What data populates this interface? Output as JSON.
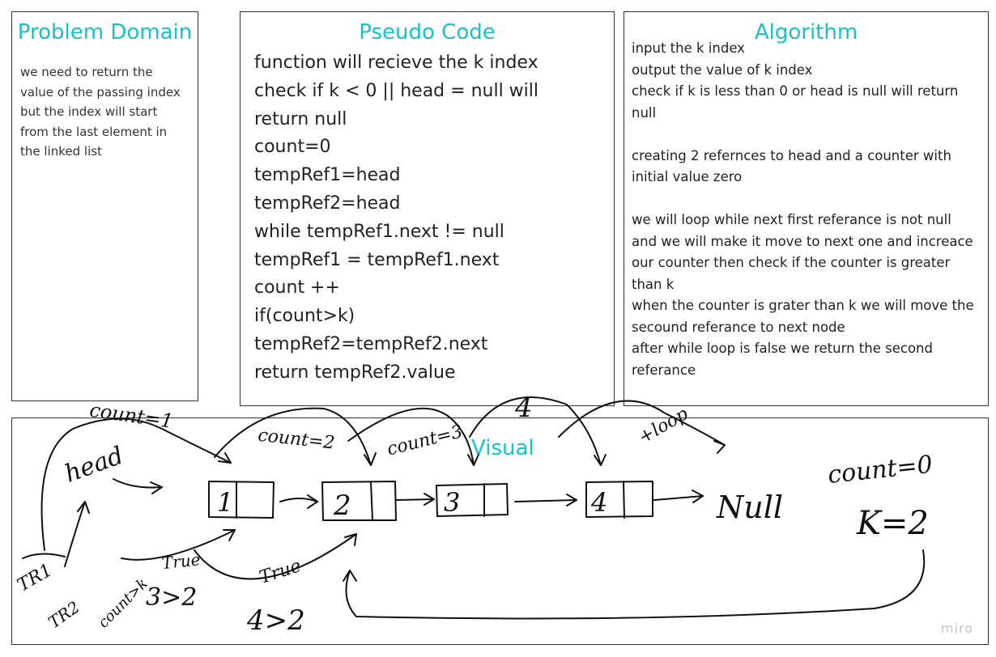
{
  "problem": {
    "title": "Problem Domain",
    "text": "we need to return the value of the passing index but the index will start from the last element in the linked list"
  },
  "pseudo": {
    "title": "Pseudo Code",
    "lines": [
      "function will recieve the k index",
      "check if k < 0 || head = null will",
      "return null",
      "count=0",
      "tempRef1=head",
      "tempRef2=head",
      "while tempRef1.next != null",
      "tempRef1 = tempRef1.next",
      "count ++",
      "if(count>k)",
      "tempRef2=tempRef2.next",
      "return tempRef2.value"
    ]
  },
  "algorithm": {
    "title": "Algorithm",
    "lines": [
      "input the k index",
      "output the value of k index",
      "check if k is less than 0 or head is null will return null",
      "",
      "creating 2 refernces to head and a counter with initial value zero",
      "",
      "we will loop while next first referance is not null and we will make it move to next one and increace our counter then check if the counter is greater than k",
      "when the counter is grater than k we will move the secound referance to next node",
      "after while loop is false we return the second referance"
    ]
  },
  "visual": {
    "title": "Visual",
    "watermark": "miro",
    "sketch": {
      "nodes": [
        "1",
        "2",
        "3",
        "4"
      ],
      "null_label": "Null",
      "head_label": "head",
      "count_labels": [
        "count=1",
        "count=2",
        "count=3"
      ],
      "number_4": "4",
      "loop_label": "+loop",
      "state_count": "count=0",
      "state_k": "K=2",
      "ref1_label": "TR1",
      "ref2_label": "TR2",
      "compare_label": "count>k",
      "true_label_1": "True",
      "true_label_2": "True",
      "compare_1": "3>2",
      "compare_2": "4>2"
    }
  }
}
